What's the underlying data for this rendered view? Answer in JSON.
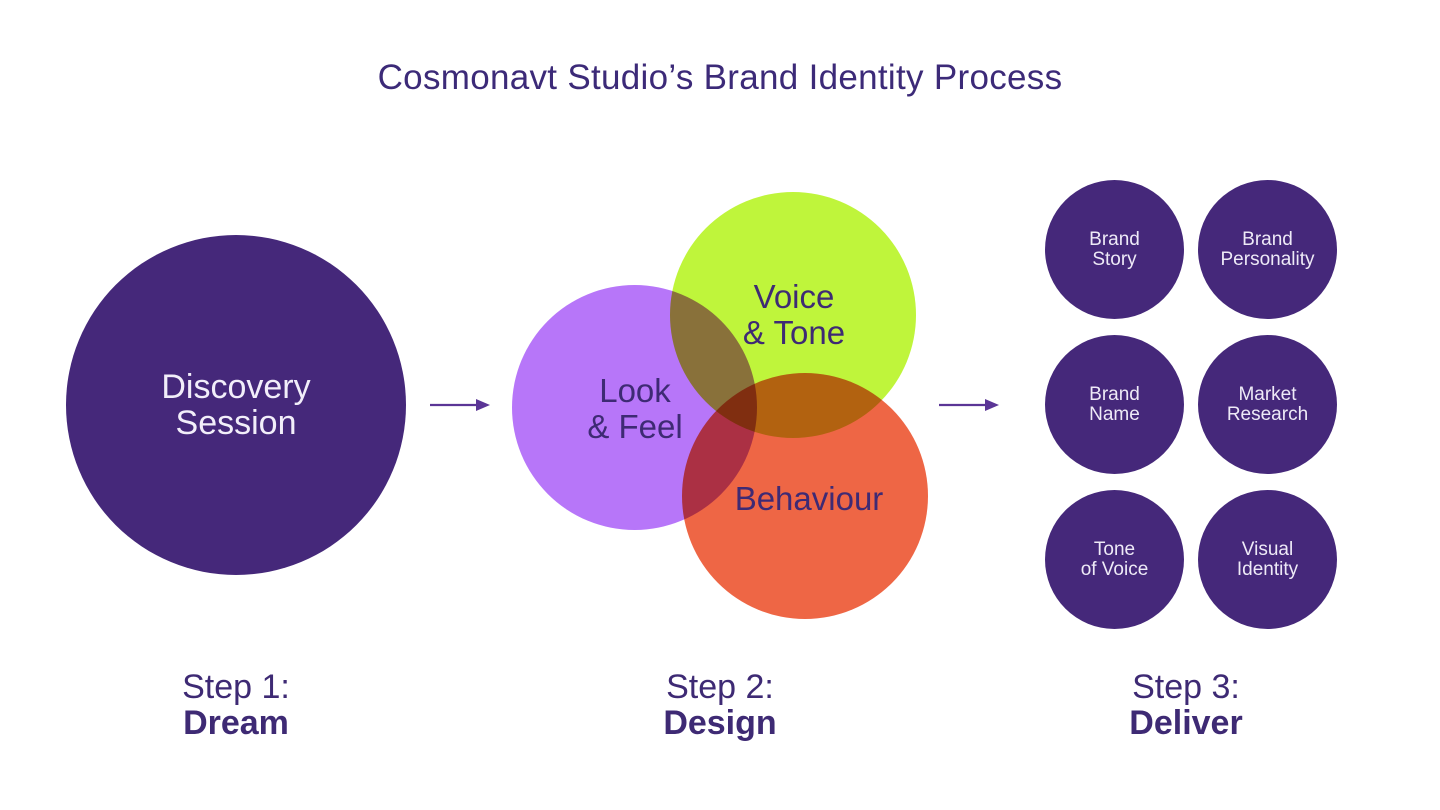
{
  "title": "Cosmonavt Studio’s Brand Identity Process",
  "colors": {
    "primary_purple": "#45287a",
    "text_purple": "#3e2a74",
    "lavender": "#b26cf9",
    "lime": "#bff53b",
    "coral": "#ee6341",
    "background": "#ffffff"
  },
  "steps": [
    {
      "number": "Step 1:",
      "name": "Dream"
    },
    {
      "number": "Step 2:",
      "name": "Design"
    },
    {
      "number": "Step 3:",
      "name": "Deliver"
    }
  ],
  "dream": {
    "line1": "Discovery",
    "line2": "Session"
  },
  "design": {
    "look_feel": {
      "line1": "Look",
      "line2": "& Feel"
    },
    "voice_tone": {
      "line1": "Voice",
      "line2": "& Tone"
    },
    "behaviour": {
      "line1": "Behaviour"
    }
  },
  "deliver": [
    {
      "line1": "Brand",
      "line2": "Story"
    },
    {
      "line1": "Brand",
      "line2": "Personality"
    },
    {
      "line1": "Brand",
      "line2": "Name"
    },
    {
      "line1": "Market",
      "line2": "Research"
    },
    {
      "line1": "Tone",
      "line2": "of Voice"
    },
    {
      "line1": "Visual",
      "line2": "Identity"
    }
  ],
  "icons": {
    "arrow": "arrow-right-icon"
  }
}
